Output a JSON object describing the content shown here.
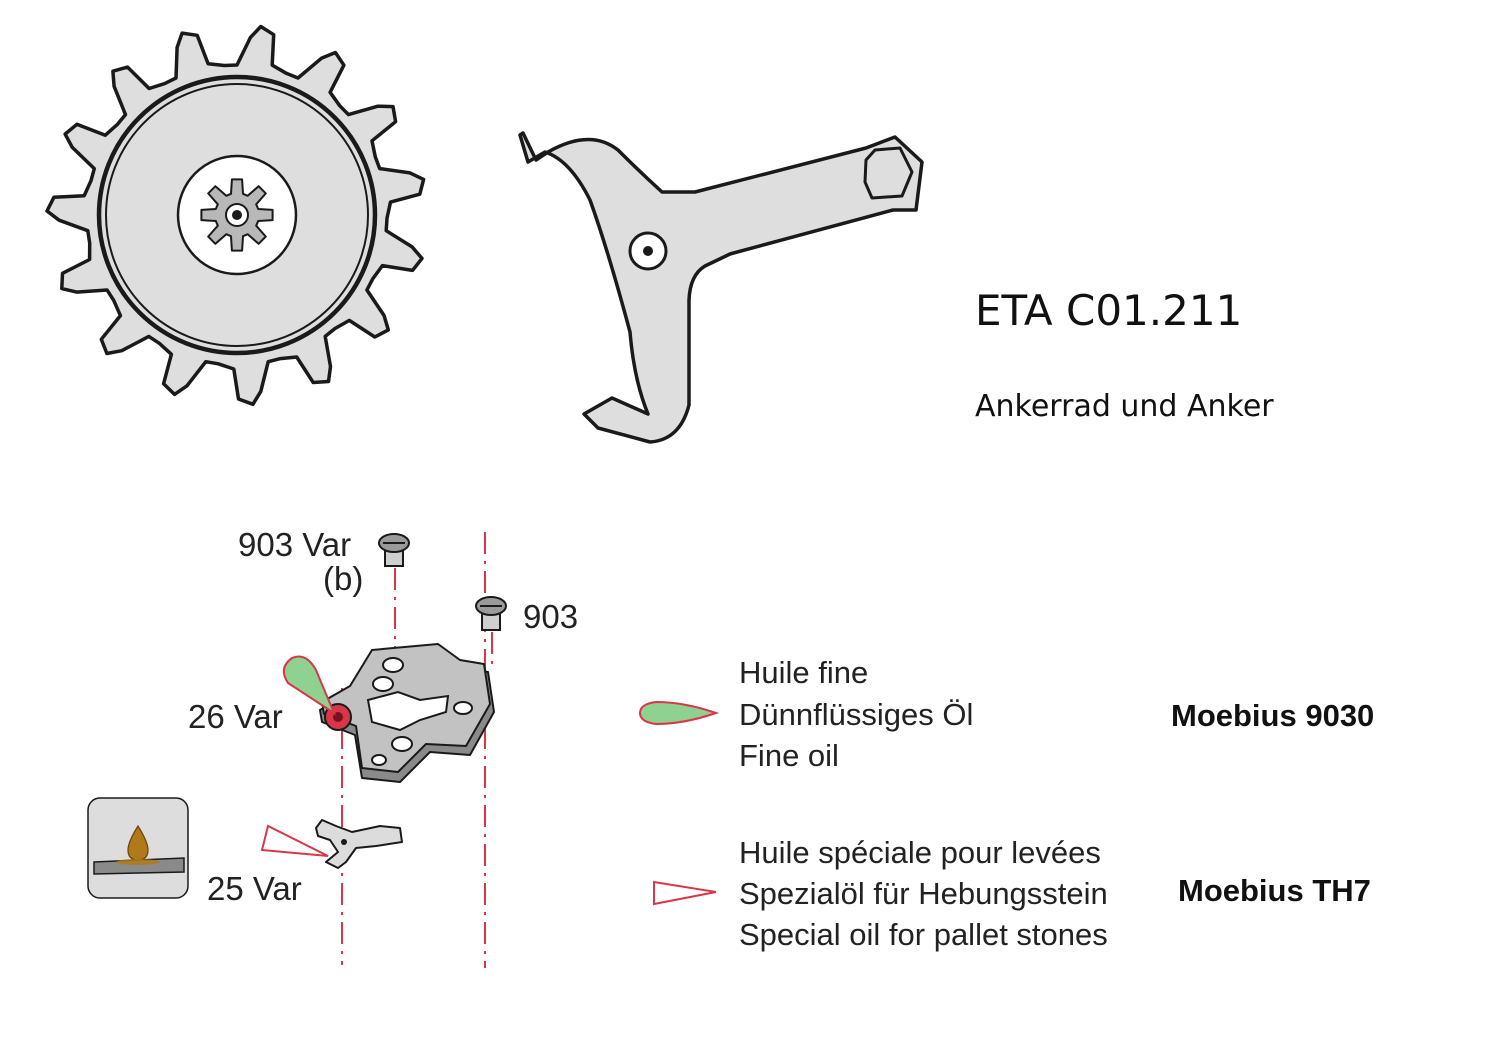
{
  "header": {
    "title": "ETA C01.211",
    "subtitle": "Ankerrad und Anker"
  },
  "parts": {
    "screw_var": "903 Var",
    "screw_var_note": "(b)",
    "screw": "903",
    "bridge": "26 Var",
    "pallet": "25 Var"
  },
  "legend": {
    "fine_oil": {
      "lines": [
        "Huile fine",
        "Dünnflüssiges Öl",
        "Fine oil"
      ],
      "brand": "Moebius 9030",
      "color": "#8fd18f"
    },
    "special_oil": {
      "lines": [
        "Huile spéciale pour levées",
        "Spezialöl für Hebungsstein",
        "Special oil for pallet stones"
      ],
      "brand": "Moebius TH7",
      "color": "#d9364a"
    }
  },
  "icons": [
    "escape-wheel",
    "pallet-fork",
    "screw-icon",
    "pallet-bridge",
    "oil-drop-icon"
  ]
}
